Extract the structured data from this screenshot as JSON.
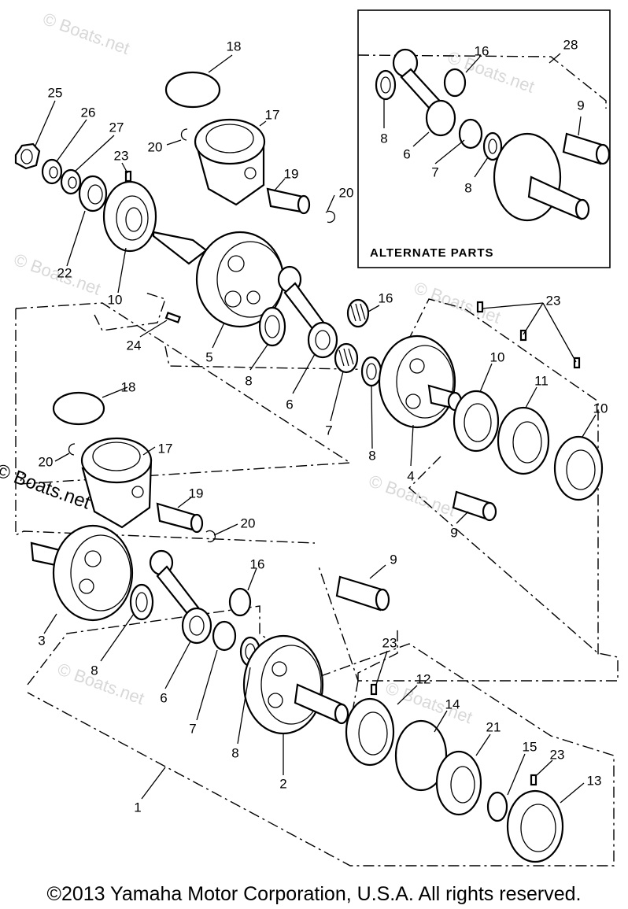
{
  "inset_label": "ALTERNATE PARTS",
  "watermark": "© Boats.net",
  "copyright": "©2013 Yamaha Motor Corporation, U.S.A. All rights reserved.",
  "callouts": [
    {
      "id": "c25",
      "text": "25"
    },
    {
      "id": "c26",
      "text": "26"
    },
    {
      "id": "c27",
      "text": "27"
    },
    {
      "id": "c23a",
      "text": "23"
    },
    {
      "id": "c22",
      "text": "22"
    },
    {
      "id": "c10a",
      "text": "10"
    },
    {
      "id": "c18a",
      "text": "18"
    },
    {
      "id": "c17a",
      "text": "17"
    },
    {
      "id": "c20a",
      "text": "20"
    },
    {
      "id": "c19a",
      "text": "19"
    },
    {
      "id": "c20b",
      "text": "20"
    },
    {
      "id": "c24",
      "text": "24"
    },
    {
      "id": "c5",
      "text": "5"
    },
    {
      "id": "c8a",
      "text": "8"
    },
    {
      "id": "c6a",
      "text": "6"
    },
    {
      "id": "c16a",
      "text": "16"
    },
    {
      "id": "c7a",
      "text": "7"
    },
    {
      "id": "c8b",
      "text": "8"
    },
    {
      "id": "c4",
      "text": "4"
    },
    {
      "id": "c23b",
      "text": "23"
    },
    {
      "id": "c10b",
      "text": "10"
    },
    {
      "id": "c11",
      "text": "11"
    },
    {
      "id": "c10c",
      "text": "10"
    },
    {
      "id": "c9a",
      "text": "9"
    },
    {
      "id": "c28",
      "text": "28"
    },
    {
      "id": "c16b",
      "text": "16"
    },
    {
      "id": "c8c",
      "text": "8"
    },
    {
      "id": "c6b",
      "text": "6"
    },
    {
      "id": "c7b",
      "text": "7"
    },
    {
      "id": "c8d",
      "text": "8"
    },
    {
      "id": "c9b",
      "text": "9"
    },
    {
      "id": "c18b",
      "text": "18"
    },
    {
      "id": "c17b",
      "text": "17"
    },
    {
      "id": "c20c",
      "text": "20"
    },
    {
      "id": "c19b",
      "text": "19"
    },
    {
      "id": "c20d",
      "text": "20"
    },
    {
      "id": "c3",
      "text": "3"
    },
    {
      "id": "c8e",
      "text": "8"
    },
    {
      "id": "c6c",
      "text": "6"
    },
    {
      "id": "c16c",
      "text": "16"
    },
    {
      "id": "c7c",
      "text": "7"
    },
    {
      "id": "c8f",
      "text": "8"
    },
    {
      "id": "c9c",
      "text": "9"
    },
    {
      "id": "c2",
      "text": "2"
    },
    {
      "id": "c23c",
      "text": "23"
    },
    {
      "id": "c12",
      "text": "12"
    },
    {
      "id": "c14",
      "text": "14"
    },
    {
      "id": "c21",
      "text": "21"
    },
    {
      "id": "c15",
      "text": "15"
    },
    {
      "id": "c23d",
      "text": "23"
    },
    {
      "id": "c13",
      "text": "13"
    },
    {
      "id": "c1",
      "text": "1"
    }
  ]
}
